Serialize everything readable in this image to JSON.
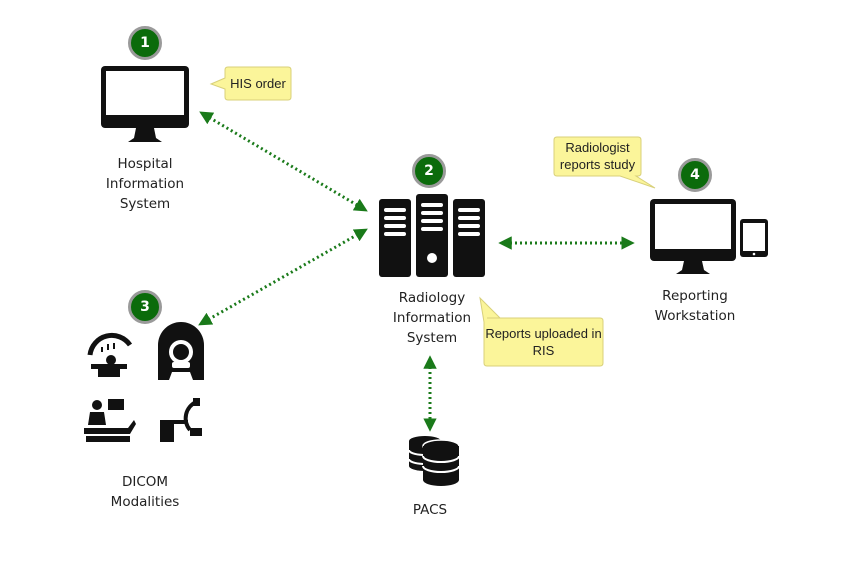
{
  "diagram": {
    "nodes": [
      {
        "id": "his",
        "step": "1",
        "label": "Hospital\nInformation\nSystem"
      },
      {
        "id": "ris",
        "step": "2",
        "label": "Radiology\nInformation\nSystem"
      },
      {
        "id": "modalities",
        "step": "3",
        "label": "DICOM\nModalities"
      },
      {
        "id": "workstation",
        "step": "4",
        "label": "Reporting\nWorkstation"
      },
      {
        "id": "pacs",
        "step": "",
        "label": "PACS"
      }
    ],
    "callouts": [
      {
        "id": "his-order",
        "text": "HIS order"
      },
      {
        "id": "radiologist-reports",
        "text": "Radiologist\nreports study"
      },
      {
        "id": "reports-uploaded",
        "text": "Reports uploaded in\nRIS"
      }
    ],
    "connections": [
      {
        "from": "his",
        "to": "ris",
        "style": "dotted",
        "direction": "both"
      },
      {
        "from": "modalities",
        "to": "ris",
        "style": "dotted",
        "direction": "both"
      },
      {
        "from": "ris",
        "to": "workstation",
        "style": "dotted",
        "direction": "both"
      },
      {
        "from": "ris",
        "to": "pacs",
        "style": "dotted",
        "direction": "both"
      }
    ],
    "colors": {
      "badge": "#0b6b0b",
      "badge_border": "#9a9a9a",
      "arrow": "#1a7a1a",
      "callout_fill": "#fbf59a",
      "callout_border": "#d8d07a",
      "icon": "#111111"
    }
  }
}
